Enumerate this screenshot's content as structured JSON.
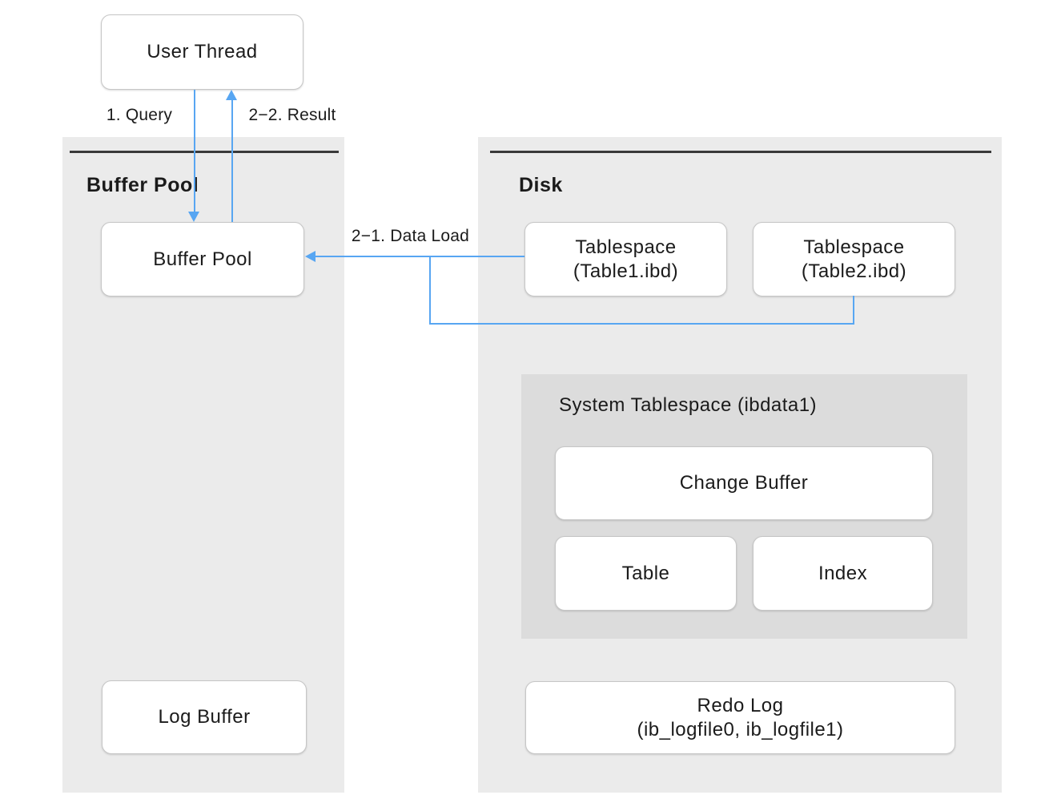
{
  "colors": {
    "arrow": "#58a6f2",
    "panel_bg": "#ebebeb",
    "panel_bar": "#3a3a3a",
    "inner_bg": "#dcdcdc",
    "node_bg": "#ffffff",
    "node_border": "#c6c6c6",
    "text": "#1b1b1b"
  },
  "panels": {
    "buffer_pool": {
      "title": "Buffer Pool"
    },
    "disk": {
      "title": "Disk"
    }
  },
  "nodes": {
    "user_thread": {
      "label": "User Thread"
    },
    "buffer_pool": {
      "label": "Buffer Pool"
    },
    "log_buffer": {
      "label": "Log Buffer"
    },
    "tablespace1": {
      "name": "Tablespace",
      "file": "(Table1.ibd)"
    },
    "tablespace2": {
      "name": "Tablespace",
      "file": "(Table2.ibd)"
    },
    "system_tablespace": {
      "title": "System Tablespace (ibdata1)"
    },
    "change_buffer": {
      "label": "Change Buffer"
    },
    "table": {
      "label": "Table"
    },
    "index": {
      "label": "Index"
    },
    "redo_log": {
      "name": "Redo Log",
      "file": "(ib_logfile0, ib_logfile1)"
    }
  },
  "edges": {
    "query": {
      "label": "1. Query"
    },
    "result": {
      "label": "2−2. Result"
    },
    "data_load": {
      "label": "2−1. Data Load"
    }
  }
}
